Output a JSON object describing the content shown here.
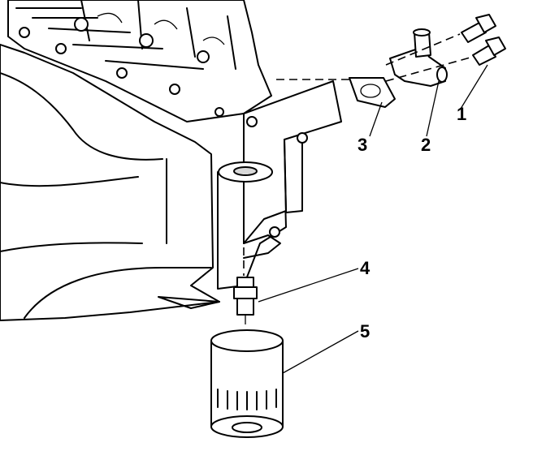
{
  "callouts": [
    {
      "id": "1",
      "text": "1"
    },
    {
      "id": "2",
      "text": "2"
    },
    {
      "id": "3",
      "text": "3"
    },
    {
      "id": "4",
      "text": "4"
    },
    {
      "id": "5",
      "text": "5"
    }
  ],
  "colors": {
    "line": "#000000",
    "background": "#ffffff",
    "shade": "#d8d8d8"
  }
}
